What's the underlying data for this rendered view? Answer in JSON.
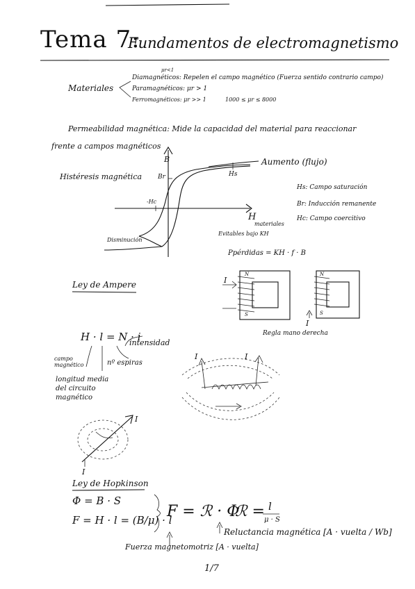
{
  "title": {
    "main": "Tema 7:",
    "rest": "Fundamentos de electromagnetismo"
  },
  "materials": {
    "label": "Materiales",
    "dia": "Diamagnéticos: Repelen el campo magnético (Fuerza sentido contrario campo)",
    "dia_super": "μr<1",
    "para": "Paramagnéticos: μr > 1",
    "ferro": "Ferromagnéticos: μr >> 1",
    "ferro_range": "1000 ≤ μr ≤ 8000"
  },
  "permeability": {
    "line1": "Permeabilidad magnética: Mide la capacidad del material para reaccionar",
    "line2": "frente a campos magnéticos"
  },
  "hysteresis": {
    "label": "Histéresis magnética",
    "axis_b": "B",
    "axis_h": "H",
    "br": "Br",
    "hc": "-Hc",
    "hs": "Hs",
    "aumento": "Aumento (flujo)",
    "disminucion": "Disminución",
    "materiales": "materiales",
    "evitables": "Evitables bajo KH",
    "perdidas": "Ppérdidas = KH · f · B",
    "legend": [
      "Hs: Campo saturación",
      "Br: Inducción remanente",
      "Hc: Campo coercitivo"
    ]
  },
  "ampere": {
    "heading": "Ley de Ampere",
    "rule": "Regla mano derecha",
    "current_i": "I",
    "eq": "H · l = N · i",
    "campo": "campo magnético",
    "longitud": "longitud media del circuito magnético",
    "espiras": "nº espiras",
    "intensidad": "intensidad",
    "n_label": "N",
    "s_label": "S"
  },
  "hopkinson": {
    "heading": "Ley de Hopkinson",
    "eq1": "Φ = B · S",
    "eq2": "F = H · l = (B/μ) · l",
    "eq3": "F = ℛ · Φ",
    "eq4_lhs": "ℛ =",
    "eq4_num": "l",
    "eq4_den": "μ · S",
    "reluctancia": "Reluctancia magnética [A · vuelta / Wb]",
    "fmm": "Fuerza magnetomotriz [A · vuelta]"
  },
  "page_number": "1/7"
}
